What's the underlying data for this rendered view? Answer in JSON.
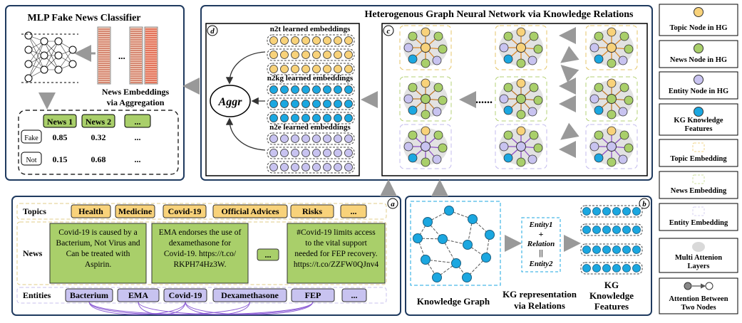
{
  "mlp": {
    "title": "MLP Fake News Classifier",
    "news_embeddings_label": [
      "News Embeddings",
      "via Aggregation"
    ],
    "ellipsis": "...",
    "table": {
      "columns": [
        "News 1",
        "News 2",
        "..."
      ],
      "rows": [
        {
          "label": "Fake",
          "values": [
            "0.85",
            "0.32",
            "..."
          ]
        },
        {
          "label": "Not",
          "values": [
            "0.15",
            "0.68",
            "..."
          ]
        }
      ]
    }
  },
  "hgnn": {
    "title": "Heterogenous Graph Neural Network via Knowledge Relations",
    "panel_d": {
      "tag": "d",
      "aggr": "Aggr",
      "groups": [
        "n2t learned embeddings",
        "n2kg learned embeddings",
        "n2e learned embeddings"
      ]
    },
    "panel_c": {
      "tag": "c",
      "ellipsis": "......"
    }
  },
  "panel_a": {
    "tag": "a",
    "topics_label": "Topics",
    "topics": [
      "Health",
      "Medicine",
      "Covid-19",
      "Official Advices",
      "Risks",
      "..."
    ],
    "news_label": "News",
    "news": [
      [
        "Covid-19 is caused by a",
        "Bacterium, Not Virus and",
        "Can be treated with",
        "Aspirin."
      ],
      [
        "EMA endorses the use of",
        "dexamethasone for",
        "Covid-19. https://t.co/",
        "RKPH74Hz3W."
      ],
      [
        "#Covid-19 limits access",
        "to the vital support",
        "needed for FEP recovery.",
        "https://t.co/ZZFW0QJnv4"
      ]
    ],
    "news_more": "...",
    "entities_label": "Entities",
    "entities": [
      "Bacterium",
      "EMA",
      "Covid-19",
      "Dexamethasone",
      "FEP",
      "..."
    ]
  },
  "panel_b": {
    "tag": "b",
    "kg_label": "Knowledge Graph",
    "relation": {
      "entity1": "Entity1",
      "plus": "+",
      "relation": "Relation",
      "equals": "||",
      "entity2": "Entity2"
    },
    "kg_rep_label": [
      "KG representation",
      "via Relations"
    ],
    "kg_features_label": [
      "KG",
      "Knowledge",
      "Features"
    ]
  },
  "legend": [
    {
      "label": [
        "Topic Node in HG"
      ],
      "color": "#f8d27a"
    },
    {
      "label": [
        "News Node in HG"
      ],
      "color": "#a9cf6a"
    },
    {
      "label": [
        "Entity Node in HG"
      ],
      "color": "#c8c3f0"
    },
    {
      "label": [
        "KG Knowledge",
        "Features"
      ],
      "color": "#1ba7e0"
    },
    {
      "label": [
        "Topic Embedding"
      ],
      "color": "#f0d58a"
    },
    {
      "label": [
        "News Embedding"
      ],
      "color": "#cfe0a0"
    },
    {
      "label": [
        "Entity Embedding"
      ],
      "color": "#d7d2f2"
    },
    {
      "label": [
        "Multi Attenion",
        "Layers"
      ],
      "color": "#d9d9d9"
    },
    {
      "label": [
        "Attention Between",
        "Two Nodes"
      ],
      "color": "#888888"
    }
  ]
}
